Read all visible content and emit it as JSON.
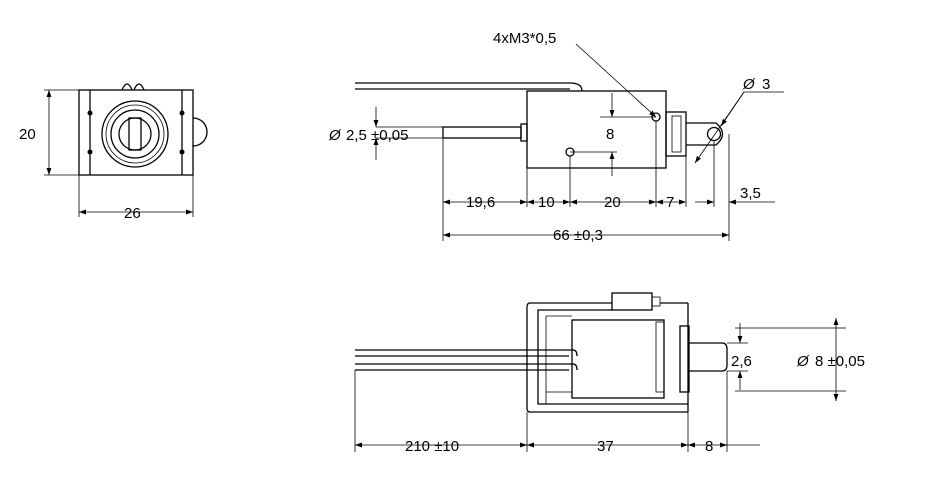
{
  "labels": {
    "front_height": "20",
    "front_width": "26",
    "thread": "4xM3*0,5",
    "pin_diameter_symbol": "Ø",
    "pin_diameter": "3",
    "plunger_diameter_symbol": "Ø",
    "plunger_diameter": "2,5 ±0,05",
    "hole_spacing": "8",
    "len_a": "19,6",
    "len_b": "10",
    "len_c": "20",
    "len_d": "7",
    "len_e": "3,5",
    "total_length": "66 ±0,3",
    "bottom_offset": "2,6",
    "bottom_diameter_symbol": "Ø",
    "bottom_diameter": "8 ±0,05",
    "wire_length": "210 ±10",
    "body_length": "37",
    "shaft_length": "8"
  }
}
